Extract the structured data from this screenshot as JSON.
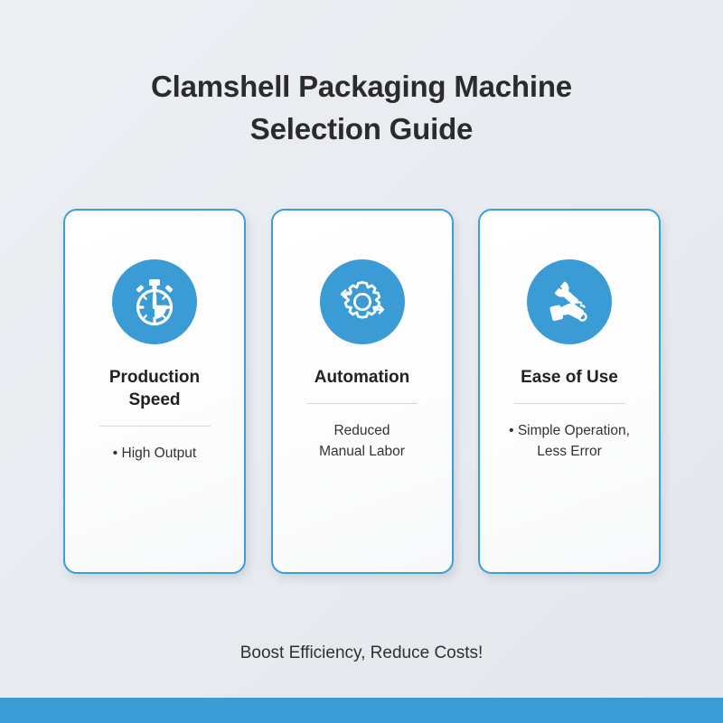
{
  "title": {
    "line1": "Clamshell Packaging Machine",
    "line2": "Selection Guide"
  },
  "cards": [
    {
      "icon": "stopwatch-icon",
      "title": "Production\nSpeed",
      "title_line1": "Production",
      "title_line2": "Speed",
      "body": "• High Output"
    },
    {
      "icon": "gear-arrows-icon",
      "title": "Automation",
      "title_line1": "Automation",
      "title_line2": "",
      "body": "Reduced\nManual Labor",
      "body_line1": "Reduced",
      "body_line2": "Manual Labor"
    },
    {
      "icon": "hand-wrench-icon",
      "title": "Ease of Use",
      "title_line1": "Ease of Use",
      "title_line2": "",
      "body": "• Simple Operation,\nLess Error",
      "body_line1": "• Simple Operation,",
      "body_line2": "Less Error"
    }
  ],
  "footer": {
    "tagline": "Boost Efficiency, Reduce Costs!"
  },
  "colors": {
    "accent": "#3a9bd5",
    "card_border": "#3c9dd8",
    "background": "#eaedf0",
    "heading_text": "#222222",
    "body_text": "#333333",
    "divider": "#d8d8d8"
  }
}
